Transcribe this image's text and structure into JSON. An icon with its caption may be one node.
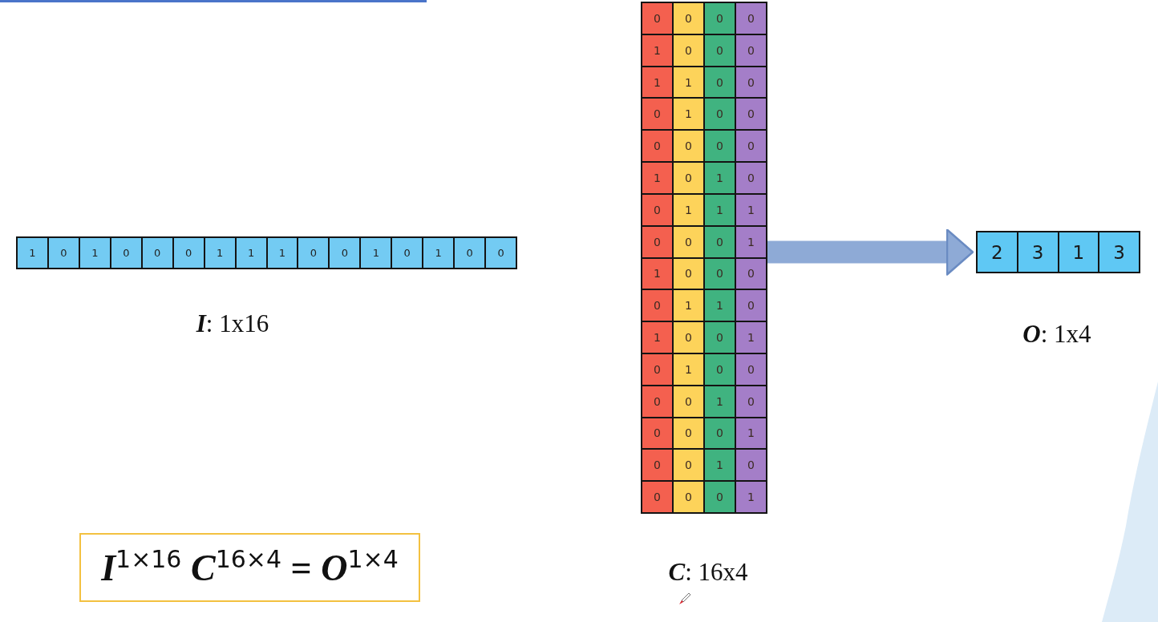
{
  "diagram": {
    "nodes": [
      {
        "text": [
          "1",
          "0",
          "1",
          "0",
          "0",
          "0",
          "1",
          "1",
          "1",
          "0",
          "0",
          "1",
          "0",
          "1",
          "0",
          "0"
        ],
        "beside": [
          "*I*: 1x16"
        ]
      },
      {
        "text": [
          "0",
          "0",
          "0",
          "0",
          "1",
          "0",
          "0",
          "0",
          "1",
          "1",
          "0",
          "0",
          "0",
          "1",
          "0",
          "0",
          "0",
          "0",
          "0",
          "0",
          "1",
          "0",
          "1",
          "0",
          "0",
          "1",
          "1",
          "1",
          "0",
          "0",
          "0",
          "1",
          "1",
          "0",
          "0",
          "0",
          "0",
          "1",
          "1",
          "0",
          "1",
          "0",
          "0",
          "1",
          "0",
          "1",
          "0",
          "0",
          "0",
          "0",
          "1",
          "0",
          "0",
          "0",
          "0",
          "1",
          "0",
          "0",
          "1",
          "0",
          "0",
          "0",
          "0",
          "1"
        ],
        "beside": [
          "*C*: 16x4"
        ]
      },
      {
        "text": [
          "2",
          "3",
          "1",
          "3"
        ],
        "beside": [
          "*O*: 1x4"
        ]
      },
      {
        "text": [
          "*I*$^{1×16}$ *C*$^{16×4}$ = *O*$^{1×4}$"
        ]
      }
    ],
    "edges": [
      {
        "from": 1,
        "to": 2,
        "arrow": "to"
      }
    ]
  }
}
